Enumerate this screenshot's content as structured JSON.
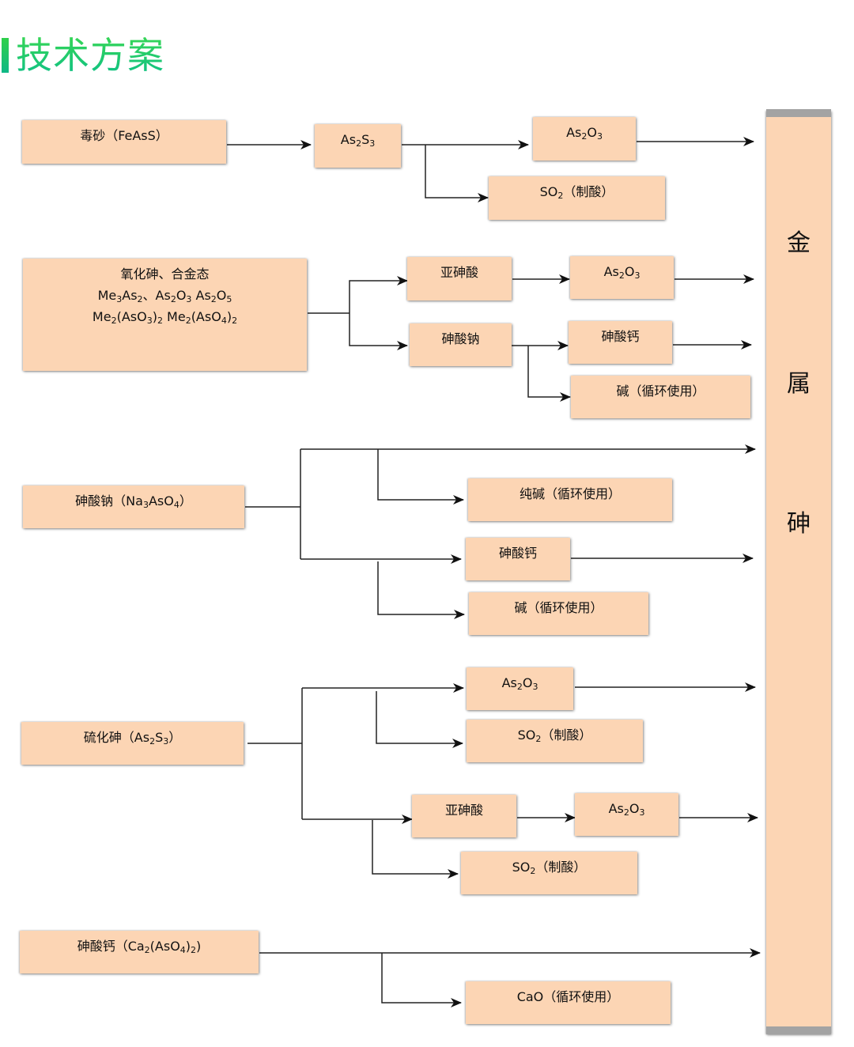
{
  "title": "技术方案",
  "sink": {
    "chars": [
      "金",
      "属",
      "砷"
    ],
    "label": "金属砷"
  },
  "colors": {
    "box_fill": "#fcd5b4",
    "title_green": "#23c667",
    "line": "#111111"
  },
  "groups": [
    {
      "name": "arsenopyrite",
      "source": {
        "label_html": "毒砂（FeAsS）",
        "parts": [
          "毒砂（",
          "FeAsS",
          "）"
        ]
      },
      "nodes": [
        {
          "id": "g1-as2s3",
          "text": "As2S3",
          "html": "As<sub>2</sub>S<sub>3</sub>"
        },
        {
          "id": "g1-as2o3",
          "text": "As2O3",
          "html": "As<sub>2</sub>O<sub>3</sub>"
        },
        {
          "id": "g1-so2",
          "text": "SO2（制酸）",
          "html": "SO<sub>2</sub>（制酸）"
        }
      ]
    },
    {
      "name": "oxide-alloy",
      "source": {
        "lines": [
          "氧化砷、合金态",
          "Me<sub>3</sub>As<sub>2</sub>、As<sub>2</sub>O<sub>3</sub> As<sub>2</sub>O<sub>5</sub>",
          "Me<sub>2</sub>(AsO<sub>3</sub>)<sub>2</sub> Me<sub>2</sub>(AsO<sub>4</sub>)<sub>2</sub>"
        ]
      },
      "nodes": [
        {
          "id": "g2-arsenous-acid",
          "text": "亚砷酸",
          "html": "亚砷酸"
        },
        {
          "id": "g2-as2o3",
          "text": "As2O3",
          "html": "As<sub>2</sub>O<sub>3</sub>"
        },
        {
          "id": "g2-sodium-arsenate",
          "text": "砷酸钠",
          "html": "砷酸钠"
        },
        {
          "id": "g2-calcium-arsenate",
          "text": "砷酸钙",
          "html": "砷酸钙"
        },
        {
          "id": "g2-alkali",
          "text": "碱（循环使用）",
          "html": "碱（循环使用）"
        }
      ]
    },
    {
      "name": "sodium-arsenate",
      "source": {
        "html": "砷酸钠（Na<sub>3</sub>AsO<sub>4</sub>）"
      },
      "nodes": [
        {
          "id": "g3-soda",
          "text": "纯碱（循环使用）",
          "html": "纯碱（循环使用）"
        },
        {
          "id": "g3-calcium-arsenate",
          "text": "砷酸钙",
          "html": "砷酸钙"
        },
        {
          "id": "g3-alkali",
          "text": "碱（循环使用）",
          "html": "碱（循环使用）"
        }
      ]
    },
    {
      "name": "arsenic-sulfide",
      "source": {
        "html": "硫化砷（As<sub>2</sub>S<sub>3</sub>）"
      },
      "nodes": [
        {
          "id": "g4-as2o3-a",
          "text": "As2O3",
          "html": "As<sub>2</sub>O<sub>3</sub>"
        },
        {
          "id": "g4-so2-a",
          "text": "SO2（制酸）",
          "html": "SO<sub>2</sub>（制酸）"
        },
        {
          "id": "g4-arsenous-acid",
          "text": "亚砷酸",
          "html": "亚砷酸"
        },
        {
          "id": "g4-as2o3-b",
          "text": "As2O3",
          "html": "As<sub>2</sub>O<sub>3</sub>"
        },
        {
          "id": "g4-so2-b",
          "text": "SO2（制酸）",
          "html": "SO<sub>2</sub>（制酸）"
        }
      ]
    },
    {
      "name": "calcium-arsenate",
      "source": {
        "html": "砷酸钙（Ca<sub>2</sub>(AsO<sub>4</sub>)<sub>2</sub>)"
      },
      "nodes": [
        {
          "id": "g5-cao",
          "text": "CaO（循环使用）",
          "html": "CaO（循环使用）"
        }
      ]
    }
  ]
}
